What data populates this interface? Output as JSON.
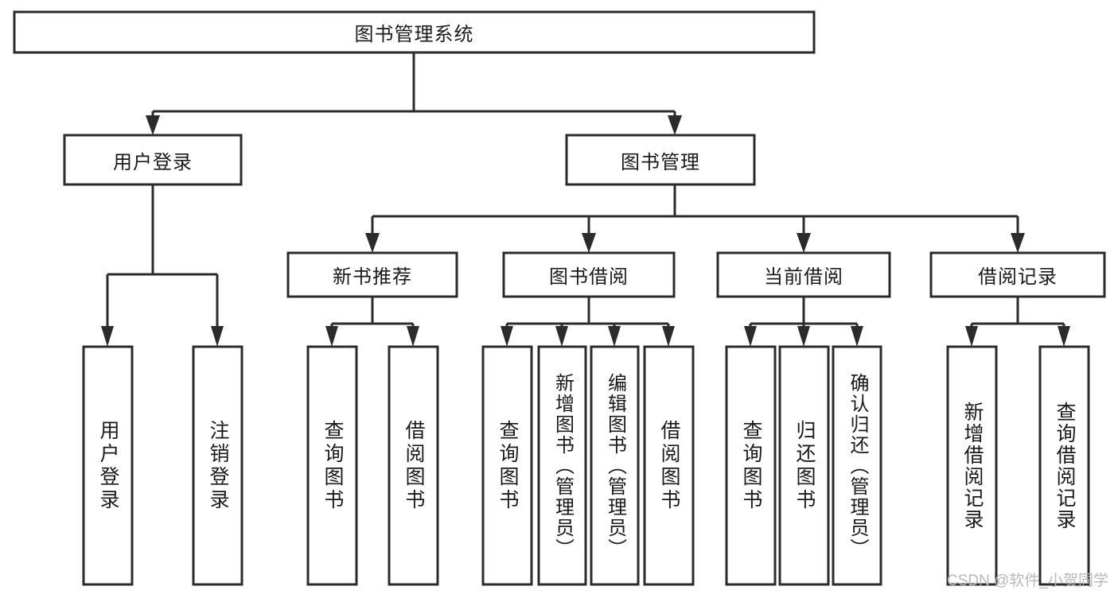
{
  "diagram": {
    "type": "tree",
    "title": "图书管理系统",
    "root": {
      "label": "图书管理系统",
      "orientation": "horizontal"
    },
    "level2": [
      {
        "label": "用户登录",
        "orientation": "horizontal"
      },
      {
        "label": "图书管理",
        "orientation": "horizontal"
      }
    ],
    "level3": [
      {
        "label": "新书推荐",
        "orientation": "horizontal",
        "parent": "图书管理"
      },
      {
        "label": "图书借阅",
        "orientation": "horizontal",
        "parent": "图书管理"
      },
      {
        "label": "当前借阅",
        "orientation": "horizontal",
        "parent": "图书管理"
      },
      {
        "label": "借阅记录",
        "orientation": "horizontal",
        "parent": "图书管理"
      }
    ],
    "leaves": [
      {
        "label": "用户登录",
        "parent": "用户登录",
        "orientation": "vertical"
      },
      {
        "label": "注销登录",
        "parent": "用户登录",
        "orientation": "vertical"
      },
      {
        "label": "查询图书",
        "parent": "新书推荐",
        "orientation": "vertical"
      },
      {
        "label": "借阅图书",
        "parent": "新书推荐",
        "orientation": "vertical"
      },
      {
        "label": "查询图书",
        "parent": "图书借阅",
        "orientation": "vertical"
      },
      {
        "label": "新增图书（管理员）",
        "parent": "图书借阅",
        "orientation": "vertical"
      },
      {
        "label": "编辑图书（管理员）",
        "parent": "图书借阅",
        "orientation": "vertical"
      },
      {
        "label": "借阅图书",
        "parent": "图书借阅",
        "orientation": "vertical"
      },
      {
        "label": "查询图书",
        "parent": "当前借阅",
        "orientation": "vertical"
      },
      {
        "label": "归还图书",
        "parent": "当前借阅",
        "orientation": "vertical"
      },
      {
        "label": "确认归还（管理员）",
        "parent": "当前借阅",
        "orientation": "vertical"
      },
      {
        "label": "新增借阅记录",
        "parent": "借阅记录",
        "orientation": "vertical"
      },
      {
        "label": "查询借阅记录",
        "parent": "借阅记录",
        "orientation": "vertical"
      }
    ],
    "colors": {
      "stroke": "#2b2b2b",
      "fill": "#ffffff",
      "text": "#1a1a1a",
      "watermark": "#b9b9b9"
    }
  },
  "watermark": {
    "text": "CSDN @软件_小贺同学"
  }
}
